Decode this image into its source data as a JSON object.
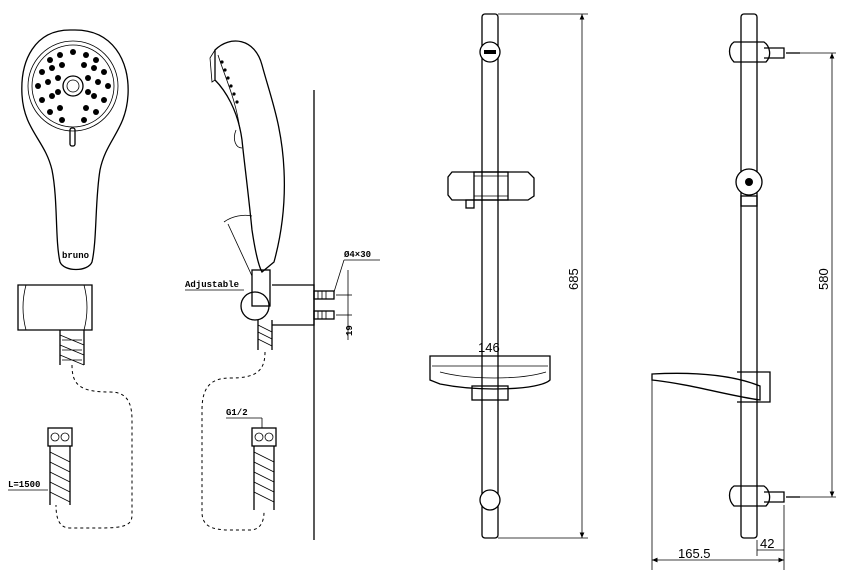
{
  "labels": {
    "adjustable": "Adjustable",
    "diameter": "Ø4×30",
    "thread": "G1/2",
    "hose_length": "L=1500",
    "bracket_offset": "19",
    "bar_height": "685",
    "soap_dish_width": "146",
    "mount_spacing": "580",
    "total_depth": "165.5",
    "wall_offset": "42",
    "brand_mark": "bruno"
  },
  "colors": {
    "line": "#000000",
    "background": "#ffffff"
  }
}
